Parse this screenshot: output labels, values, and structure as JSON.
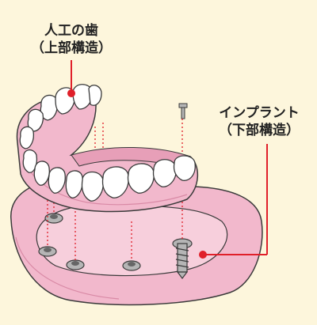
{
  "labels": {
    "crown": {
      "line1": "人工の歯",
      "line2": "（上部構造）"
    },
    "implant": {
      "line1": "インプラント",
      "line2": "（下部構造）"
    }
  },
  "colors": {
    "background": "#fdf6dc",
    "gum": "#f2b8cc",
    "gum_dark": "#e79fb8",
    "tooth": "#ffffff",
    "outline": "#3a3a3a",
    "leader": "#e0202a",
    "metal": "#b5b5b5"
  }
}
